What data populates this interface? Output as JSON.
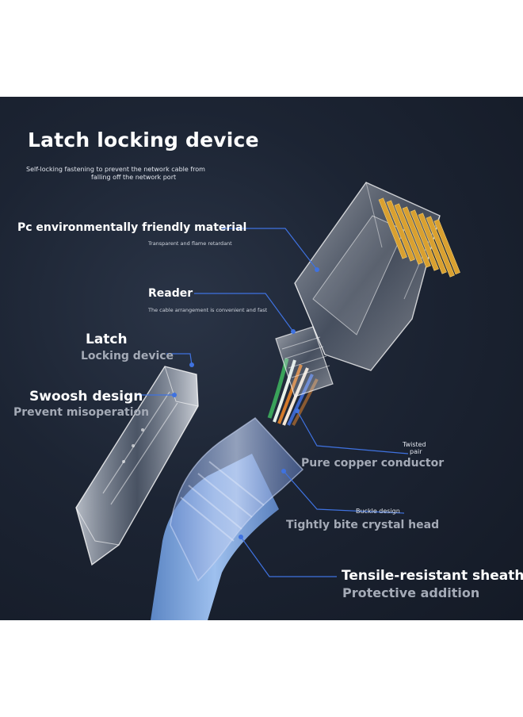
{
  "title": "Latch locking device",
  "subtitle_line1": "Self-locking fastening to prevent the network cable from",
  "subtitle_line2": "falling off the network port",
  "callouts": {
    "pc_material": {
      "label": "Pc environmentally friendly material",
      "desc": "Transparent and flame retardant"
    },
    "reader": {
      "label": "Reader",
      "desc": "The cable arrangement is convenient and fast"
    },
    "latch": {
      "label": "Latch",
      "desc": "Locking device"
    },
    "swoosh": {
      "label": "Swoosh design",
      "desc": "Prevent misoperation"
    },
    "twisted": {
      "label_line1": "Twisted",
      "label_line2": "pair",
      "desc": "Pure copper conductor"
    },
    "buckle": {
      "label": "Buckle design",
      "desc": "Tightly bite crystal head"
    },
    "tensile": {
      "label": "Tensile-resistant sheath",
      "desc": "Protective addition"
    }
  },
  "colors": {
    "background": "#1c2433",
    "leader_line": "#3f72e0",
    "cable_blue": "#7aa4dc",
    "copper_gold": "#d9a030"
  }
}
